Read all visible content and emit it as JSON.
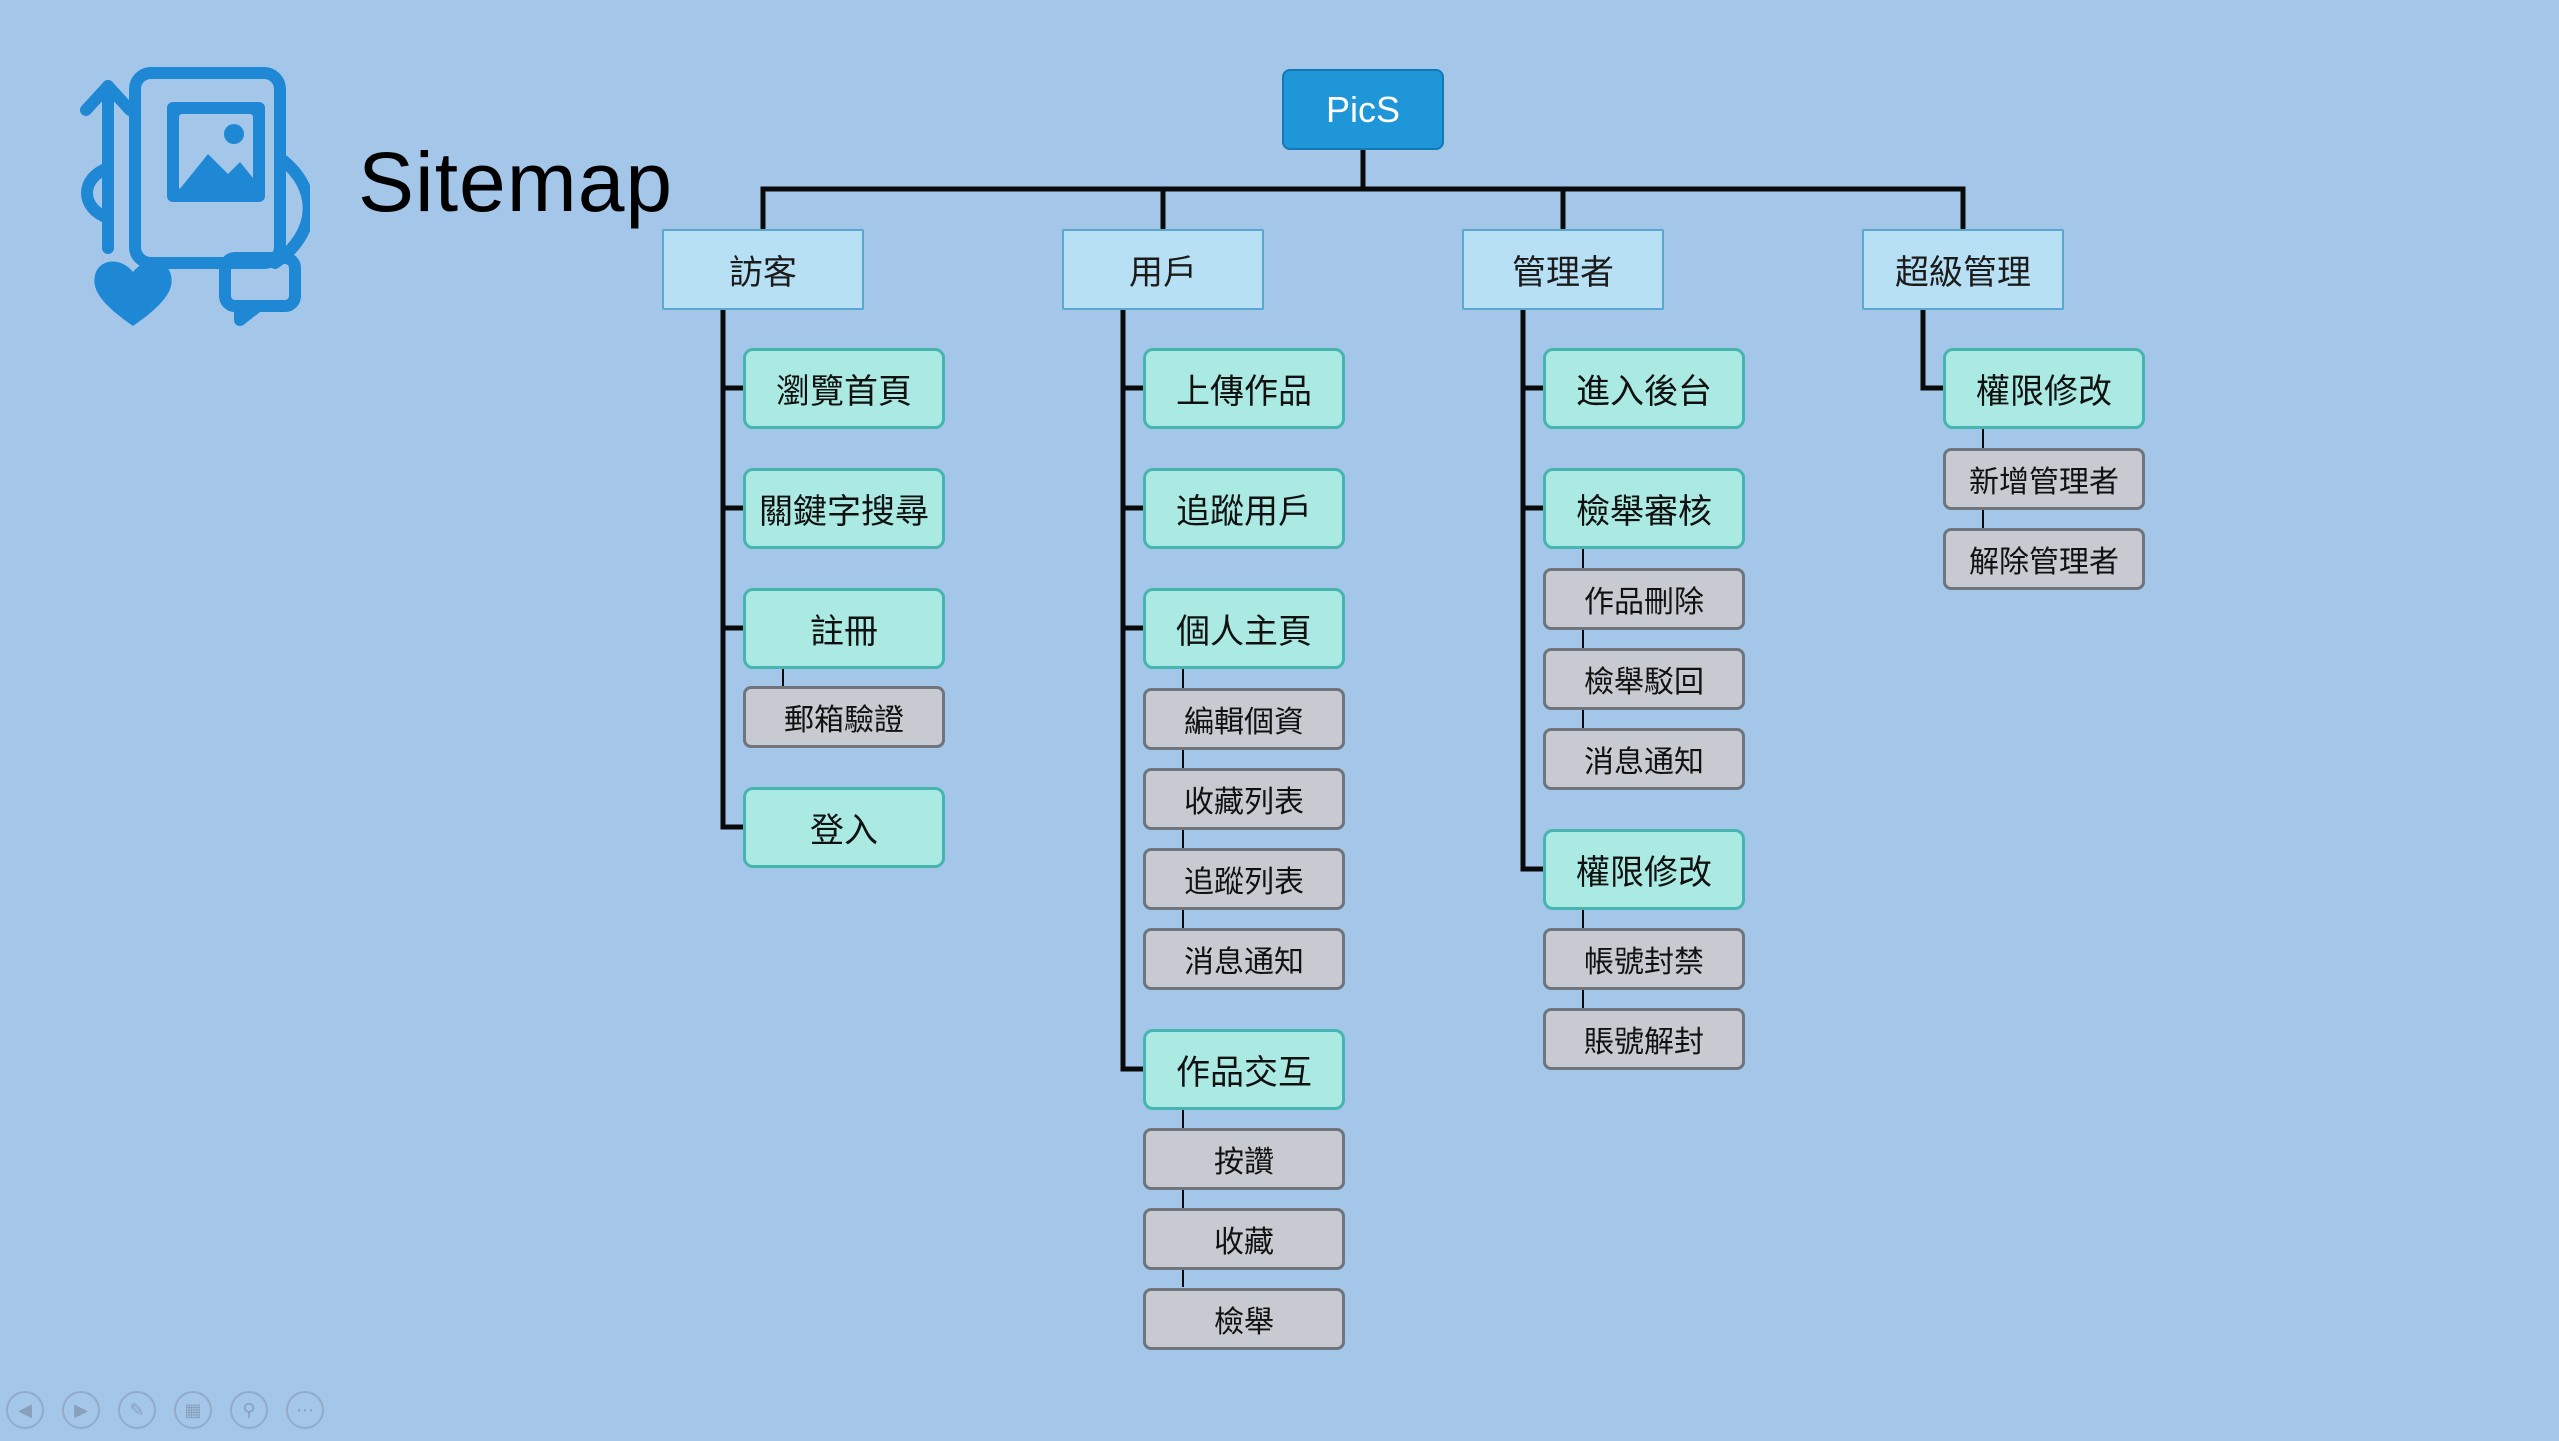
{
  "header": {
    "title": "Sitemap"
  },
  "colors": {
    "background": "#a4c6e9",
    "root": "#1e96d7",
    "category": "#b8e0f4",
    "level2": "#aaeae2",
    "level3": "#c7cbd1",
    "connector": "#0a0a0a"
  },
  "tree": {
    "root": "PicS",
    "categories": [
      {
        "label": "訪客",
        "children": [
          {
            "label": "瀏覽首頁"
          },
          {
            "label": "關鍵字搜尋"
          },
          {
            "label": "註冊",
            "children": [
              "郵箱驗證"
            ]
          },
          {
            "label": "登入"
          }
        ]
      },
      {
        "label": "用戶",
        "children": [
          {
            "label": "上傳作品"
          },
          {
            "label": "追蹤用戶"
          },
          {
            "label": "個人主頁",
            "children": [
              "編輯個資",
              "收藏列表",
              "追蹤列表",
              "消息通知"
            ]
          },
          {
            "label": "作品交互",
            "children": [
              "按讚",
              "收藏",
              "檢舉"
            ]
          }
        ]
      },
      {
        "label": "管理者",
        "children": [
          {
            "label": "進入後台"
          },
          {
            "label": "檢舉審核",
            "children": [
              "作品刪除",
              "檢舉駁回",
              "消息通知"
            ]
          },
          {
            "label": "權限修改",
            "children": [
              "帳號封禁",
              "賬號解封"
            ]
          }
        ]
      },
      {
        "label": "超級管理",
        "children": [
          {
            "label": "權限修改",
            "children": [
              "新增管理者",
              "解除管理者"
            ]
          }
        ]
      }
    ]
  },
  "toolbar": {
    "icons": [
      "previous-icon",
      "next-icon",
      "pen-icon",
      "slides-icon",
      "zoom-icon",
      "more-icon"
    ]
  }
}
